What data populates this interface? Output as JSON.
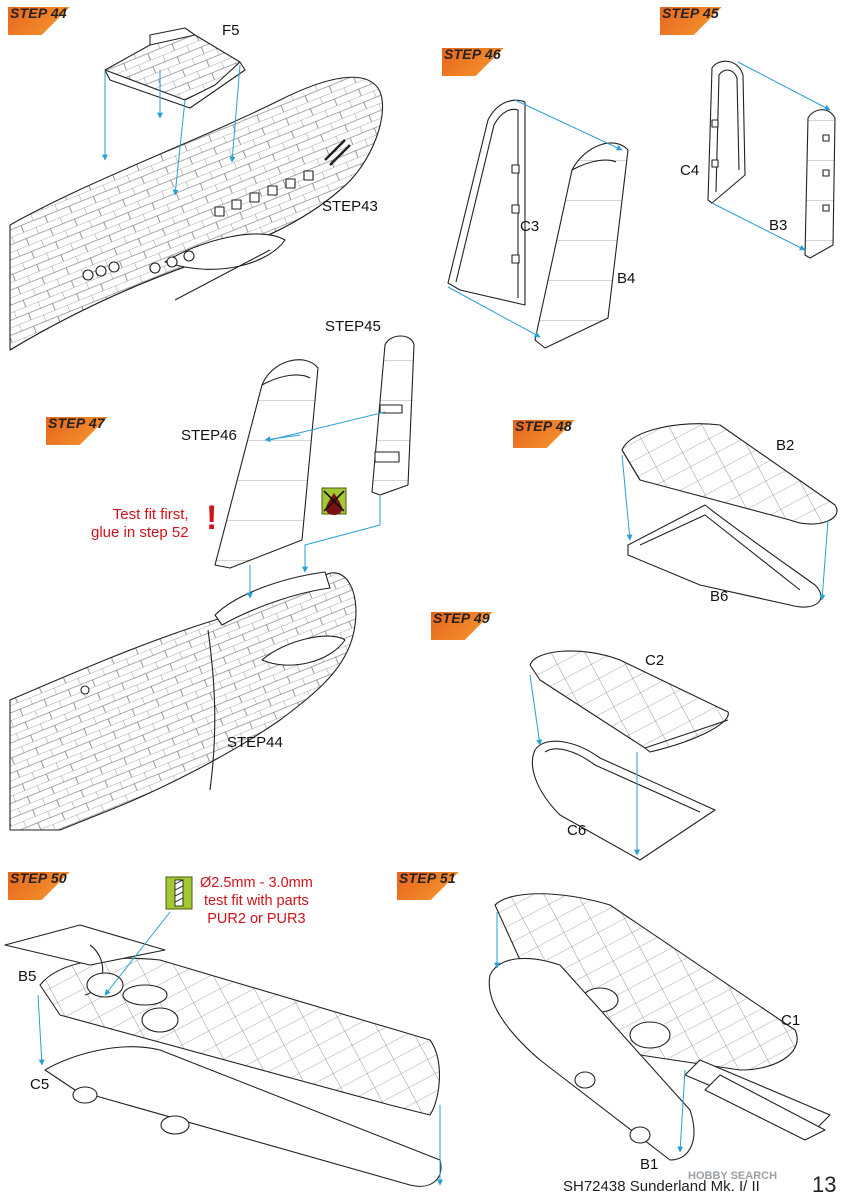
{
  "steps": {
    "s44": "STEP 44",
    "s45": "STEP 45",
    "s46": "STEP 46",
    "s47": "STEP 47",
    "s48": "STEP 48",
    "s49": "STEP 49",
    "s50": "STEP 50",
    "s51": "STEP 51"
  },
  "parts": {
    "F5": "F5",
    "C3": "C3",
    "B4": "B4",
    "C4": "C4",
    "B3": "B3",
    "B2": "B2",
    "B6": "B6",
    "C2": "C2",
    "C6": "C6",
    "B5": "B5",
    "C5": "C5",
    "C1": "C1",
    "B1": "B1"
  },
  "refs": {
    "step43": "STEP43",
    "step45": "STEP45",
    "step46": "STEP46",
    "step44": "STEP44"
  },
  "notes": {
    "testfit_line1": "Test fit first,",
    "testfit_line2": "glue in step 52",
    "exclaim": "!",
    "drill_line1": "Ø2.5mm - 3.0mm",
    "drill_line2": "test fit with parts",
    "drill_line3": "PUR2 or PUR3"
  },
  "footer": {
    "kit": "SH72438 Sunderland Mk. I/ II",
    "page": "13",
    "watermark": "HOBBY SEARCH"
  },
  "icons": {
    "glue_warning": "glue-drop-crossed-icon",
    "drill": "drill-bit-icon"
  },
  "colors": {
    "step_badge": "#e8641e",
    "arrow": "#2a9fd6",
    "note_red": "#d0131b",
    "icon_green": "#a4c832"
  }
}
